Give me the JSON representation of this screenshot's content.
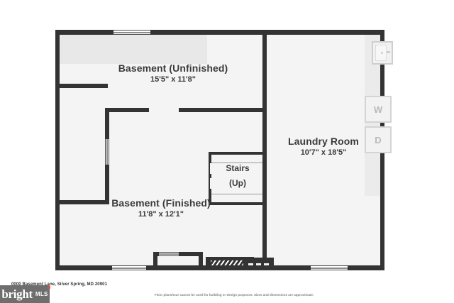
{
  "plan": {
    "rooms": [
      {
        "name": "Basement (Unfinished)",
        "dims": "15'5\" x 11'8\""
      },
      {
        "name": "Basement (Finished)",
        "dims": "11'8\" x 12'1\""
      },
      {
        "name": "Laundry Room",
        "dims": "10'7\" x 18'5\""
      }
    ],
    "stairs": {
      "line1": "Stairs",
      "line2": "(Up)"
    },
    "appliances": [
      {
        "id": "washer",
        "label": "W"
      },
      {
        "id": "dryer",
        "label": "D"
      }
    ],
    "fixtures": [
      {
        "id": "utility-sink",
        "label": ""
      }
    ],
    "colors": {
      "wall": "#333333",
      "floor": "#f4f4f4",
      "floor_shaded": "#e8e8e8",
      "appliance_outline": "#d4d4d4",
      "label_text": "#3b3b3b"
    }
  },
  "footer": {
    "address": "0000 Basement Lane, Silver Spring, MD 20901",
    "disclaimer": "Floor plans/tour cannot be used for building or design purposes. Sizes and dimensions are approximate.",
    "logo": {
      "brand": "bright",
      "suffix": "MLS"
    }
  }
}
